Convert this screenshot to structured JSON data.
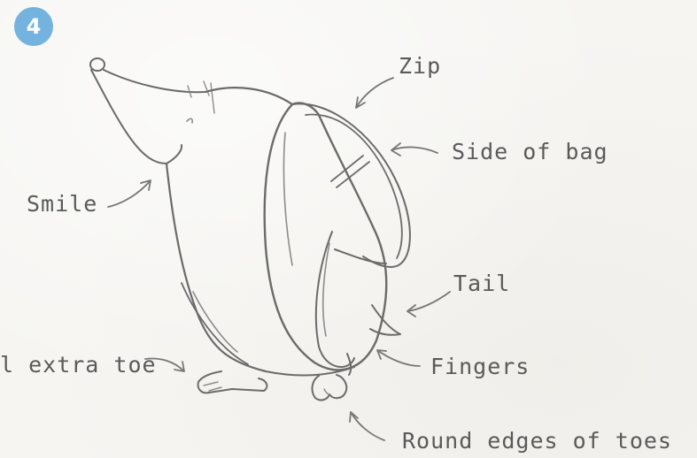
{
  "step": {
    "number": "4",
    "color": "#74b3df"
  },
  "labels": {
    "zip": "Zip",
    "side_of_bag": "Side of bag",
    "smile": "Smile",
    "tail": "Tail",
    "extra_toe": "l extra toe",
    "fingers": "Fingers",
    "round_toes": "Round edges of toes"
  }
}
